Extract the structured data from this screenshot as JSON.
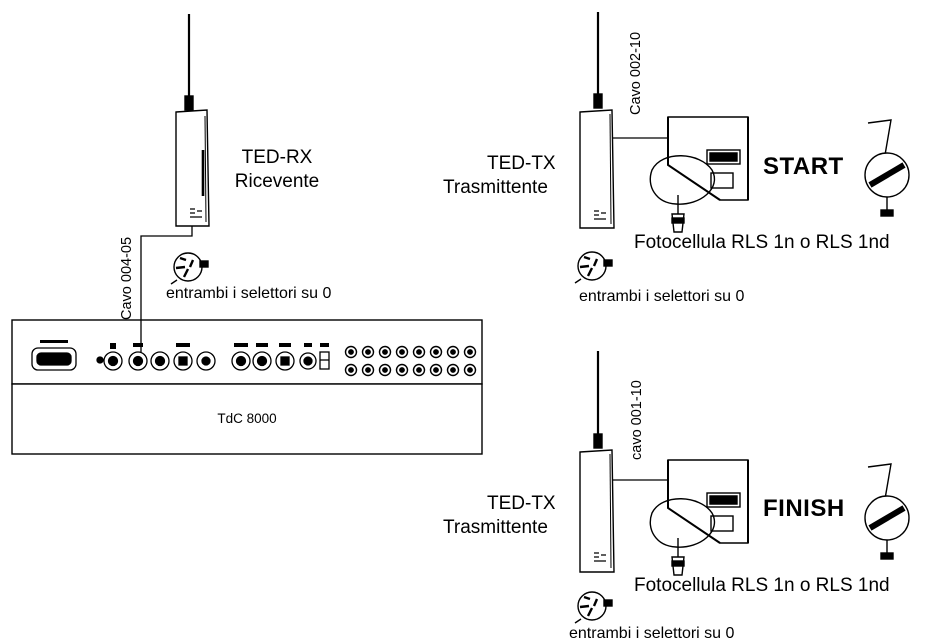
{
  "receiver": {
    "name": "TED-RX",
    "role": "Ricevente",
    "cable": "Cavo 004-05",
    "selector_note": "entrambi i selettori su 0"
  },
  "main_unit": {
    "name": "TdC 8000"
  },
  "start_station": {
    "transmitter_name": "TED-TX",
    "transmitter_role": "Trasmittente",
    "cable": "Cavo 002-10",
    "sensor": "Fotocellula RLS 1n o RLS 1nd",
    "label": "START",
    "selector_note": "entrambi i selettori su 0"
  },
  "finish_station": {
    "transmitter_name": "TED-TX",
    "transmitter_role": "Trasmittente",
    "cable": "cavo 001-10",
    "sensor": "Fotocellula RLS 1n o RLS 1nd",
    "label": "FINISH",
    "selector_note": "entrambi i selettori su 0"
  },
  "colors": {
    "ink": "#000000",
    "background": "#ffffff",
    "sensor_fill": "#e8e8e8"
  }
}
